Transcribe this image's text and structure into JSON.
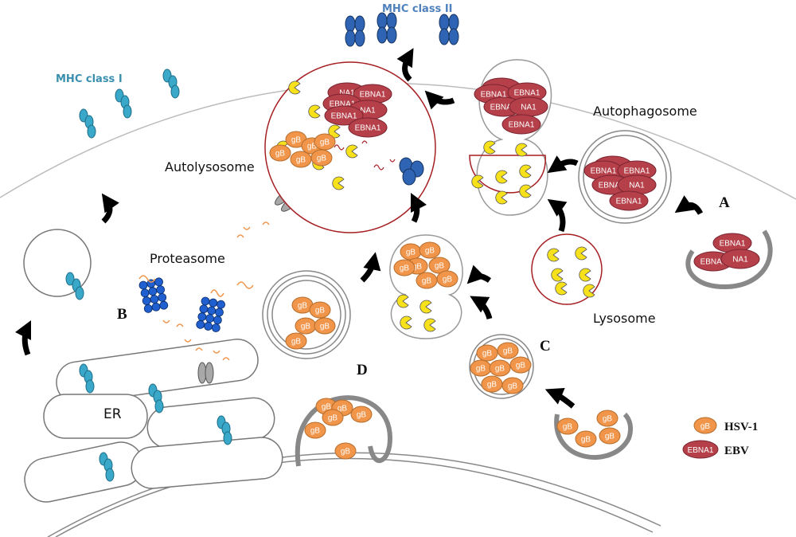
{
  "labels": {
    "mhc1": "MHC class I",
    "mhc2": "MHC class II",
    "autolysosome": "Autolysosome",
    "autophagosome": "Autophagosome",
    "proteasome": "Proteasome",
    "lysosome": "Lysosome",
    "er": "ER",
    "pathway_a": "A",
    "pathway_b": "B",
    "pathway_c": "C",
    "pathway_d": "D"
  },
  "legend": [
    {
      "chip": "gB",
      "name": "HSV-1",
      "color": "#f0954a"
    },
    {
      "chip": "EBNA1",
      "name": "EBV",
      "color": "#b5404a"
    }
  ],
  "protein_chips": {
    "hsv": "gB",
    "ebv": "EBNA1",
    "ebv_partial": "NA1",
    "ebv_partial_short": "A"
  },
  "colors": {
    "hsv_orange": "#f0954a",
    "ebv_red": "#b5404a",
    "lysosome_yellow": "#f7e11b",
    "vesicle_outline": "#a51e22",
    "mhc1_teal": "#3aa8c8",
    "mhc2_blue": "#2f63b4",
    "proteasome_blue": "#1f5fcf",
    "label_teal": "#3a8fae",
    "label_blue": "#4f81bd"
  }
}
